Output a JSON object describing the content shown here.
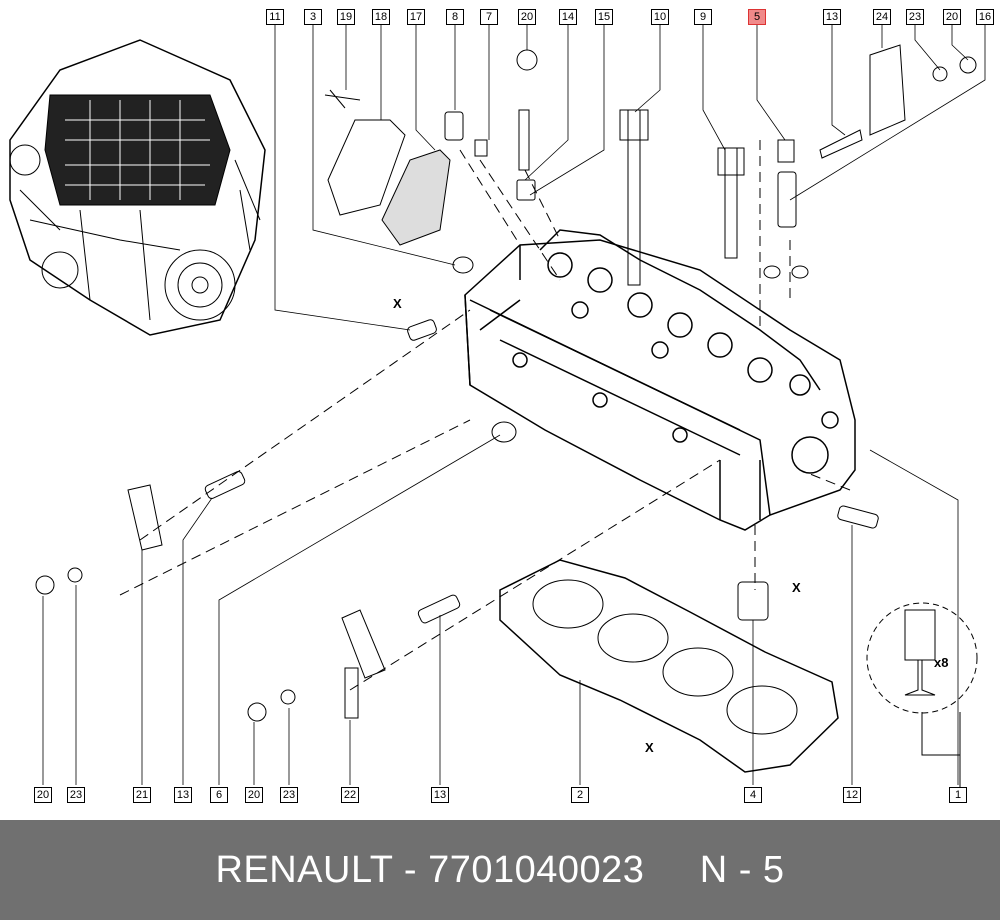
{
  "top_callouts": [
    "11",
    "3",
    "19",
    "18",
    "17",
    "8",
    "7",
    "20",
    "14",
    "15",
    "10",
    "9",
    "5",
    "13",
    "24",
    "23",
    "20",
    "16"
  ],
  "bottom_callouts": [
    "20",
    "23",
    "21",
    "13",
    "6",
    "20",
    "23",
    "22",
    "13",
    "2",
    "4",
    "12",
    "1"
  ],
  "highlighted_callout": "5",
  "markers": {
    "x": "X",
    "x8": "x8"
  },
  "footer": {
    "brand": "RENAULT",
    "part_number": "7701040023",
    "position": "N - 5",
    "text": "RENAULT - 7701040023     N - 5"
  },
  "colors": {
    "footer_bg": "#707070",
    "highlight": "#f08a8a"
  }
}
